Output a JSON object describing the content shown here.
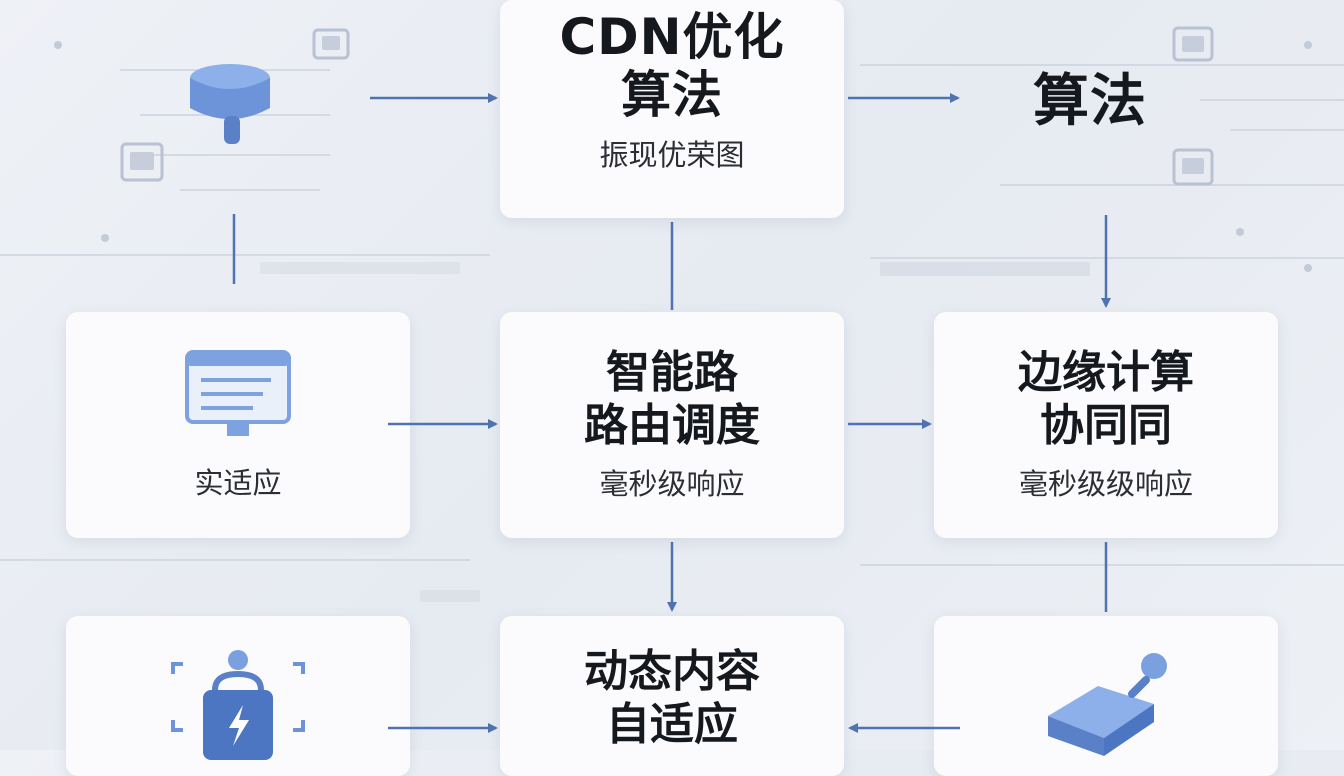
{
  "colors": {
    "arrow": "#4f72b0",
    "icon_blue": "#7ba0e0",
    "icon_dark": "#4d76c2",
    "text": "#15181d"
  },
  "nodes": {
    "cdn_algo": {
      "title_line1": "CDN优化",
      "title_line2": "算法",
      "subtitle": "振现优荣图"
    },
    "algo_right": {
      "title": "算法"
    },
    "realtime": {
      "label": "实适应",
      "icon": "monitor-icon"
    },
    "smart_routing": {
      "title_line1": "智能路",
      "title_line2": "路由调度",
      "subtitle": "毫秒级响应"
    },
    "edge_compute": {
      "title_line1": "边缘计算",
      "title_line2": "协同同",
      "subtitle": "毫秒级级响应"
    },
    "bottom_left": {
      "icon": "battery-user-icon"
    },
    "dynamic_content": {
      "title_line1": "动态内容",
      "title_line2": "自适应"
    },
    "bottom_right": {
      "icon": "cube-user-icon"
    }
  },
  "top_left_icon": "database-icon"
}
